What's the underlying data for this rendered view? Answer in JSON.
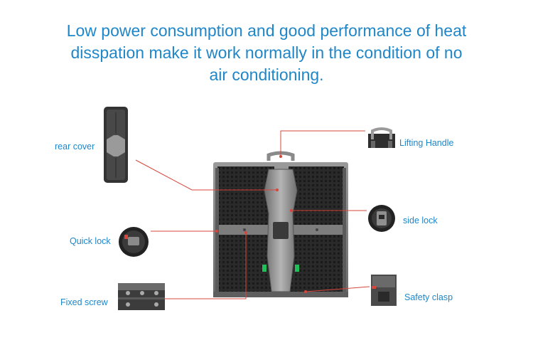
{
  "headline": {
    "line1": "Low power consumption and good performance of heat",
    "line2": "disspation make it work normally in the condition of no",
    "line3": "air conditioning."
  },
  "callouts": {
    "rear_cover": "rear cover",
    "quick_lock": "Quick lock",
    "fixed_screw": "Fixed screw",
    "lifting_handle": "Lifting Handle",
    "side_lock": "side lock",
    "safety_clasp": "Safety clasp"
  },
  "colors": {
    "text_blue": "#1f86c8",
    "leader_red": "#d9453b",
    "cabinet_dark": "#2b2b2b",
    "cabinet_metal": "#8a8a8a",
    "indicator_green": "#1fbf5a"
  }
}
